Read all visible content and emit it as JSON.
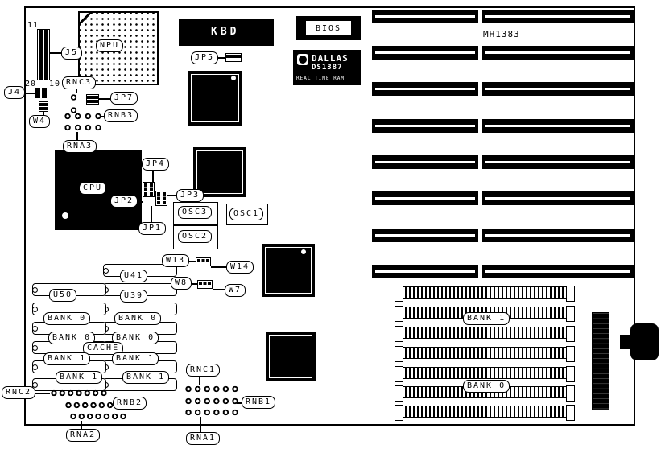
{
  "diagram": {
    "board_model": "MH1383",
    "labels": {
      "pin11": "11",
      "pin20": "20",
      "pin10": "10",
      "j5": "J5",
      "j4": "J4",
      "npu": "NPU",
      "cpu": "CPU",
      "rnc3": "RNC3",
      "jp7": "JP7",
      "w4": "W4",
      "rnb3": "RNB3",
      "rna3": "RNA3",
      "kbd": "KBD",
      "jp5": "JP5",
      "bios": "BIOS",
      "jp4": "JP4",
      "jp3": "JP3",
      "jp2": "JP2",
      "jp1": "JP1",
      "osc1": "OSC1",
      "osc2": "OSC2",
      "osc3": "OSC3",
      "w13": "W13",
      "w14": "W14",
      "w8": "W8",
      "w7": "W7",
      "u41": "U41",
      "u50": "U50",
      "u39": "U39",
      "cache": "CACHE",
      "bank0": "BANK 0",
      "bank1": "BANK 1",
      "rnc1": "RNC1",
      "rnc2": "RNC2",
      "rnb1": "RNB1",
      "rnb2": "RNB2",
      "rna1": "RNA1",
      "rna2": "RNA2"
    },
    "dallas": {
      "brand": "DALLAS",
      "part": "DS1387",
      "desc": "REAL TIME RAM"
    }
  }
}
